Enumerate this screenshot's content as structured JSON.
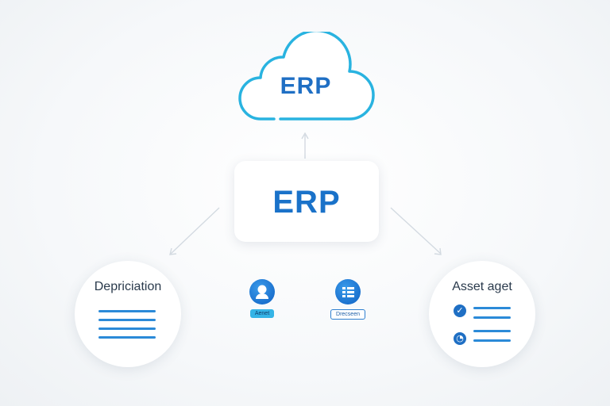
{
  "cloud": {
    "label": "ERP"
  },
  "center": {
    "label": "ERP"
  },
  "left_node": {
    "title": "Depriciation",
    "icon": "document-lines-icon"
  },
  "right_node": {
    "title": "Asset aget",
    "items": [
      "check-circle-icon",
      "clock-circle-icon"
    ]
  },
  "mini_left": {
    "badge": "Aenet",
    "icon": "user-icon"
  },
  "mini_right": {
    "badge": "Drecseen",
    "icon": "list-icon"
  },
  "colors": {
    "accent": "#1a72c9",
    "cloud_stroke": "#29b3e0",
    "line": "#2b8ad8"
  }
}
